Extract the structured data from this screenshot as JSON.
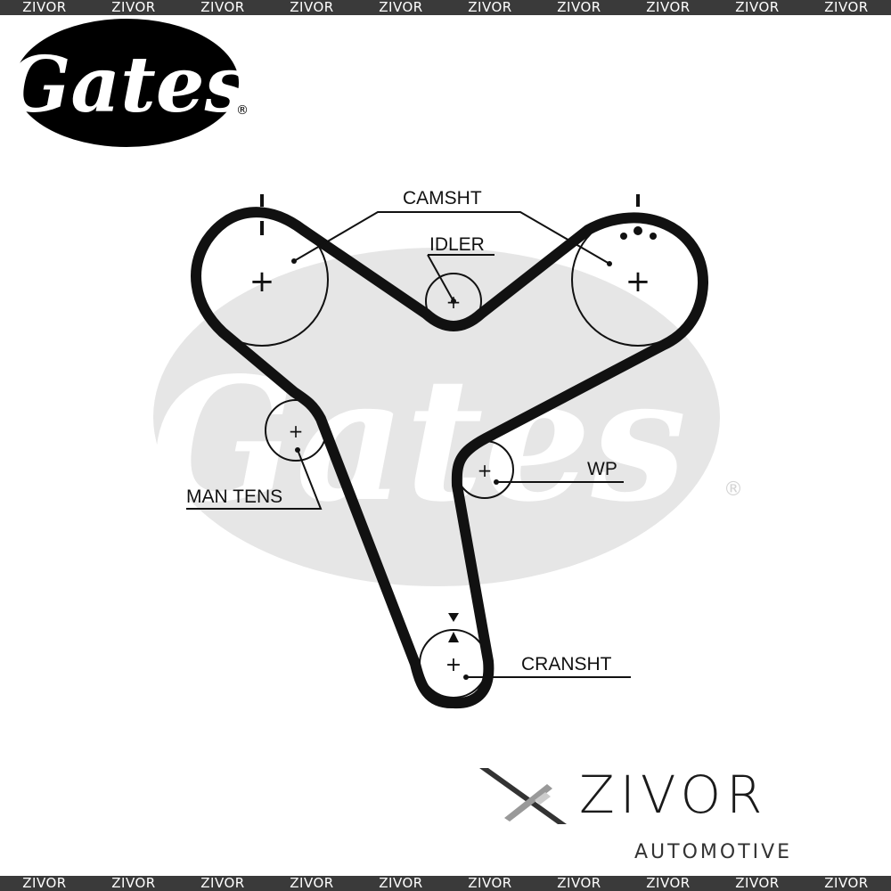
{
  "banner": {
    "text": "ZIVOR",
    "repeat": [
      "ZIVOR",
      "ZIVOR",
      "ZIVOR",
      "ZIVOR",
      "ZIVOR",
      "ZIVOR",
      "ZIVOR",
      "ZIVOR",
      "ZIVOR",
      "ZIVOR"
    ]
  },
  "logo": {
    "text": "Gates",
    "registered": "®"
  },
  "watermark": {
    "text": "Gates",
    "registered": "®"
  },
  "labels": {
    "camshaft": "CAMSHT",
    "idler": "IDLER",
    "manual_tensioner": "MAN TENS",
    "water_pump": "WP",
    "crankshaft": "CRANSHT"
  },
  "pulley_center_mark": "+",
  "brand": {
    "name": "ZIVOR",
    "subtitle": "AUTOMOTIVE"
  },
  "colors": {
    "belt": "#111111",
    "band": "#3a3a3a",
    "watermark": "#e6e6e6",
    "logo": "#000000"
  }
}
